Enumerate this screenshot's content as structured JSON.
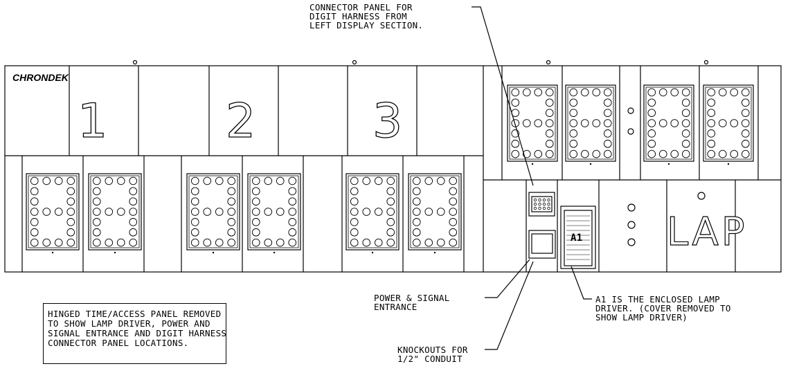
{
  "brand": "CHRONDEK",
  "section_numbers": [
    "1",
    "2",
    "3"
  ],
  "lap_label": "LAP",
  "driver_label": "A1",
  "callouts": {
    "connector_panel": "CONNECTOR PANEL FOR\nDIGIT HARNESS FROM\nLEFT DISPLAY SECTION.",
    "power_signal": "POWER & SIGNAL\nENTRANCE",
    "knockouts": "KNOCKOUTS FOR\n1/2\" CONDUIT",
    "lamp_driver": "A1 IS THE ENCLOSED LAMP\nDRIVER. (COVER REMOVED TO\nSHOW LAMP DRIVER)"
  },
  "note": "HINGED TIME/ACCESS PANEL REMOVED\nTO SHOW LAMP DRIVER, POWER AND\nSIGNAL ENTRANCE AND DIGIT HARNESS\nCONNECTOR PANEL LOCATIONS.",
  "colors": {
    "line": "#000000",
    "background": "#ffffff"
  }
}
